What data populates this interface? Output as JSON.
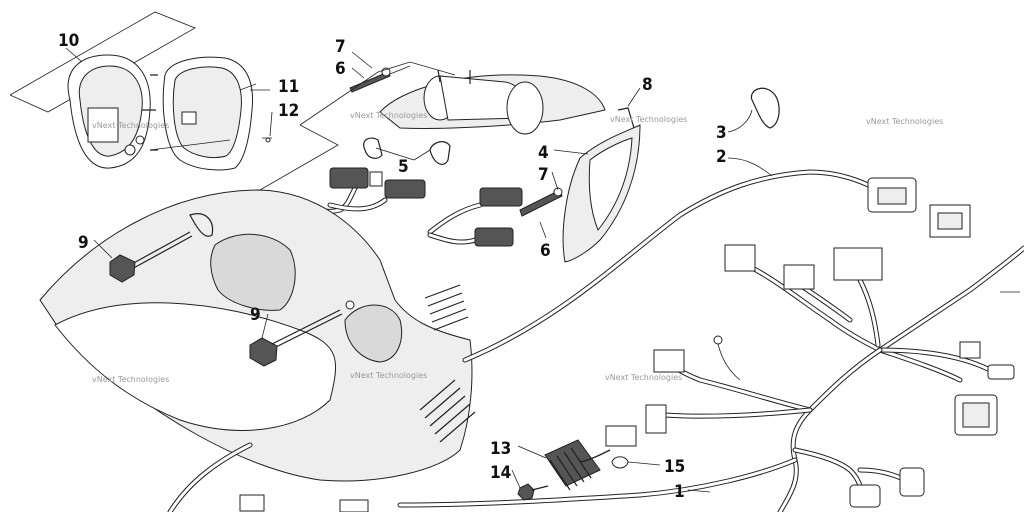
{
  "diagram": {
    "part_labels": [
      "10",
      "11",
      "12",
      "7",
      "6",
      "8",
      "3",
      "2",
      "5",
      "4",
      "7",
      "6",
      "9",
      "9",
      "13",
      "14",
      "15",
      "1"
    ],
    "watermarks": [
      "vNext Technologies",
      "vNext Technologies",
      "vNext Technologies",
      "vNext Technologies",
      "vNext Technologies",
      "vNext Technologies",
      "vNext Technologies"
    ]
  }
}
